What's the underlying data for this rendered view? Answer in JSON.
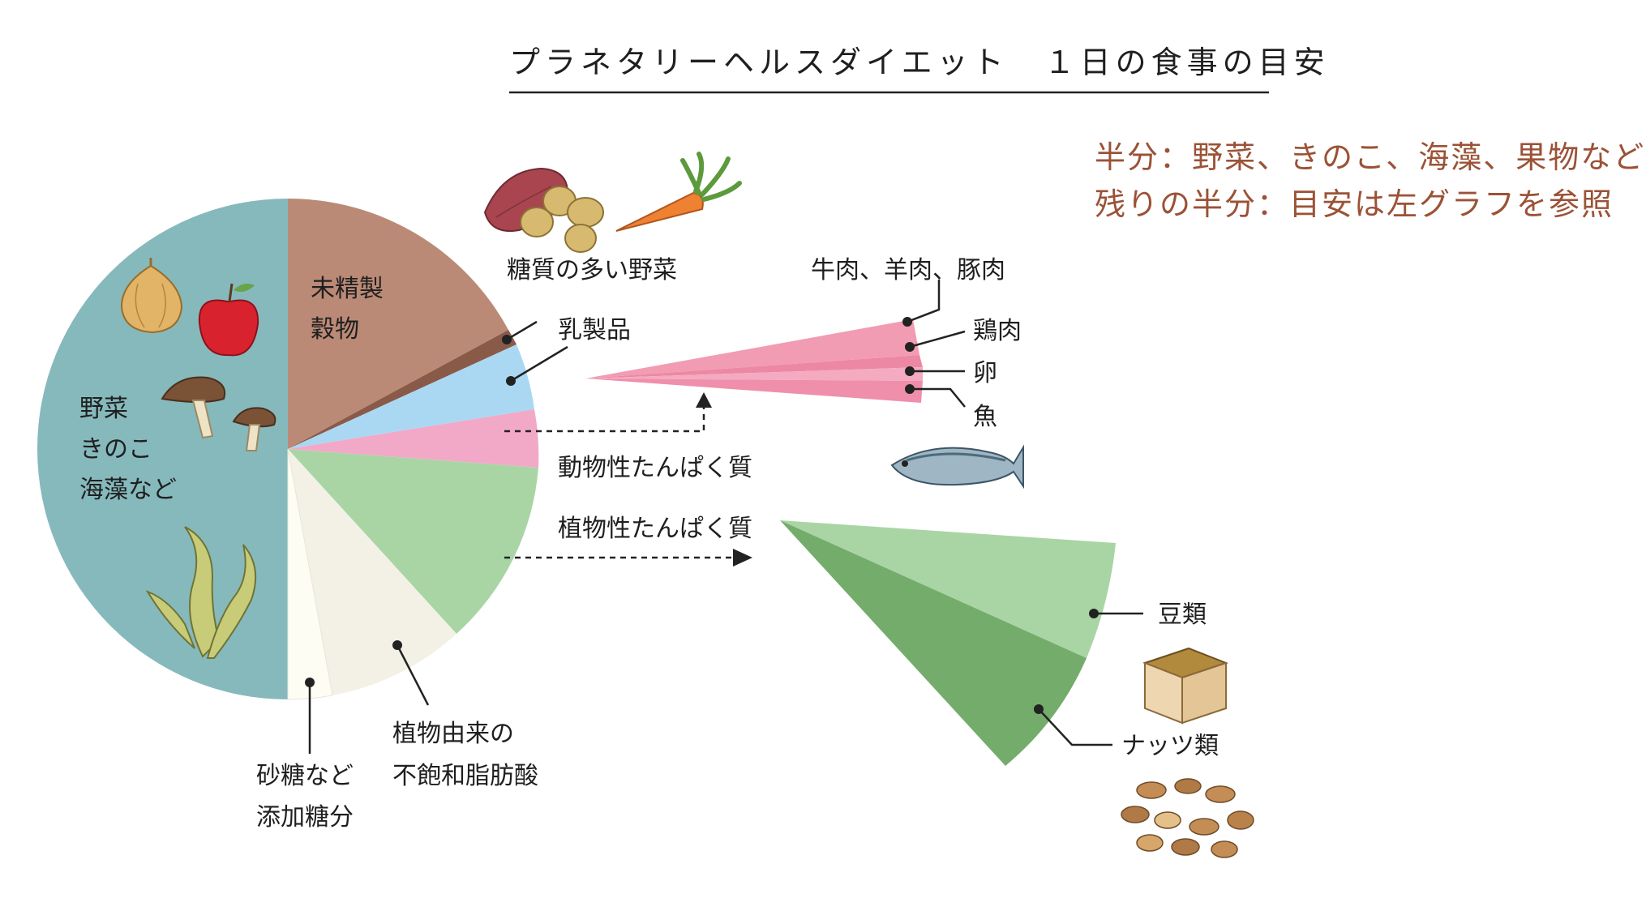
{
  "title": "プラネタリーヘルスダイエット　１日の食事の目安",
  "notes": {
    "line1": "半分：野菜、きのこ、海藻、果物など",
    "line2": "残りの半分：目安は左グラフを参照",
    "color": "#9b5236"
  },
  "colors": {
    "vegetables": "#86b9bc",
    "grains": "#bb8a76",
    "starchy": "#8a5a49",
    "dairy": "#aad8f3",
    "animal": "#f2a9c8",
    "plant_protein": "#a9d5a5",
    "unsat_fat": "#f3f1e6",
    "sugar": "#fdfdf4",
    "beef": "#f19cb3",
    "chicken": "#ed88a4",
    "egg": "#f4aac0",
    "fish": "#ef8fab",
    "beans": "#a9d5a5",
    "nuts": "#74ac6b"
  },
  "chart_data": [
    {
      "type": "pie",
      "categories": [
        "野菜\nきのこ\n海藻など",
        "未精製\n穀物",
        "糖質の多い野菜",
        "乳製品",
        "動物性たんぱく質",
        "植物性たんぱく質",
        "植物由来の\n不飽和脂肪酸",
        "砂糖など\n添加糖分"
      ],
      "values": [
        50,
        17,
        1.5,
        5,
        5.5,
        12,
        7,
        2
      ],
      "title": "プラネタリーヘルスダイエット　１日の食事の目安"
    },
    {
      "type": "pie",
      "categories": [
        "牛肉、羊肉、豚肉",
        "鶏肉",
        "卵",
        "魚"
      ],
      "values": [
        1,
        2,
        1,
        2
      ]
    },
    {
      "type": "pie",
      "categories": [
        "豆類",
        "ナッツ類"
      ],
      "values": [
        1,
        1
      ]
    }
  ],
  "labels": {
    "vegetables": [
      "野菜",
      "きのこ",
      "海藻など"
    ],
    "grains": [
      "未精製",
      "穀物"
    ],
    "starchy": "糖質の多い野菜",
    "dairy": "乳製品",
    "animal": "動物性たんぱく質",
    "plant_protein": "植物性たんぱく質",
    "unsat_fat": [
      "植物由来の",
      "不飽和脂肪酸"
    ],
    "sugar": [
      "砂糖など",
      "添加糖分"
    ],
    "beef": "牛肉、羊肉、豚肉",
    "chicken": "鶏肉",
    "egg": "卵",
    "fish": "魚",
    "beans": "豆類",
    "nuts": "ナッツ類"
  },
  "icons": [
    "sweet-potato-icon",
    "potato-icon",
    "carrot-icon",
    "onion-icon",
    "apple-icon",
    "mushroom-icon",
    "seaweed-icon",
    "fish-icon",
    "bean-box-icon",
    "nuts-icon"
  ]
}
